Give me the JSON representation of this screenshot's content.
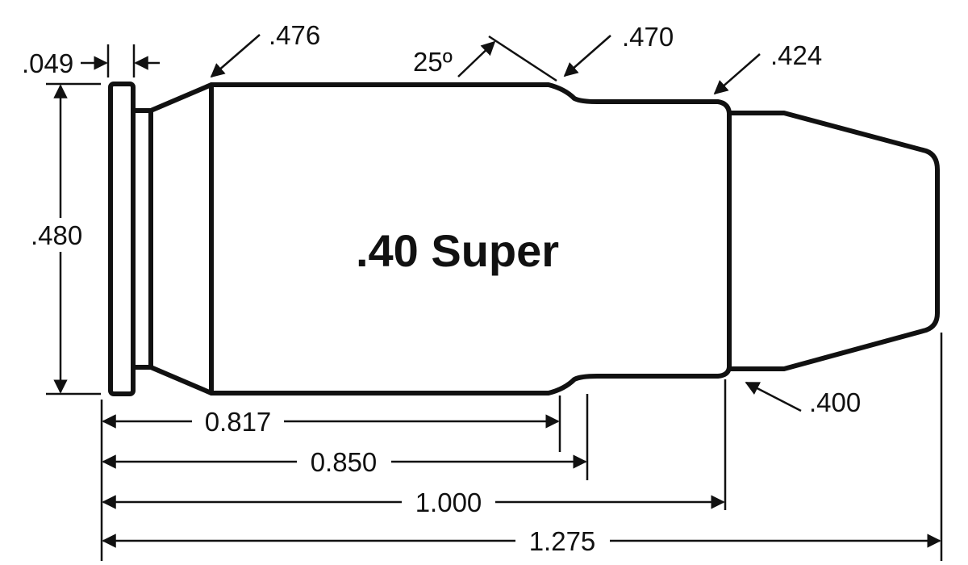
{
  "diagram": {
    "title": ".40 Super",
    "dimensions": {
      "rim_thickness": ".049",
      "rim_diameter": ".480",
      "base_diameter": ".476",
      "shoulder_angle": "25º",
      "shoulder_diameter": ".470",
      "neck_diameter": ".424",
      "bullet_diameter": ".400",
      "length_to_shoulder": "0.817",
      "length_to_neck": "0.850",
      "case_length": "1.000",
      "overall_length": "1.275"
    }
  }
}
